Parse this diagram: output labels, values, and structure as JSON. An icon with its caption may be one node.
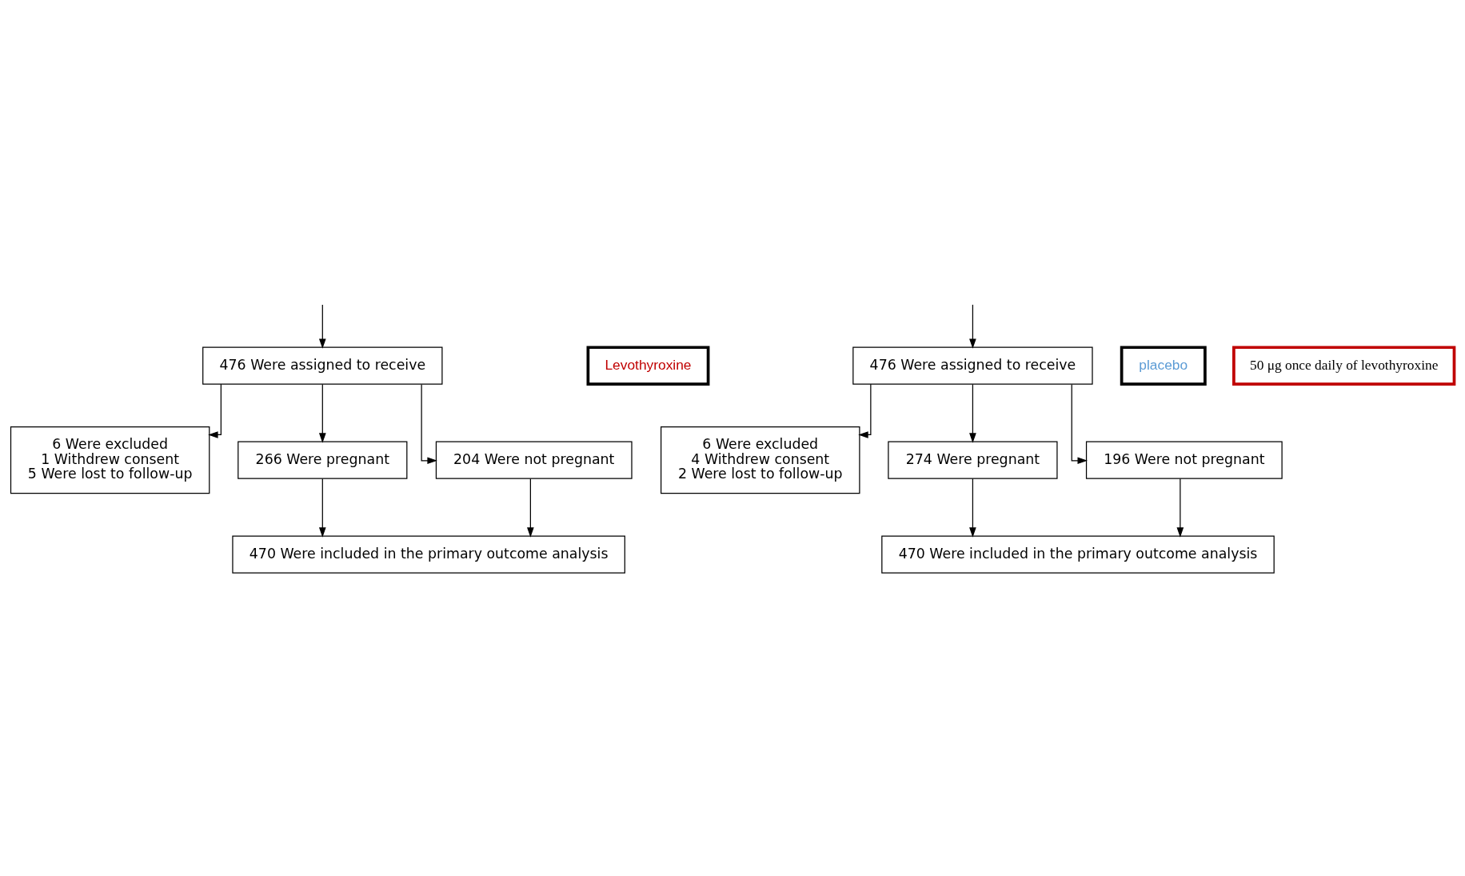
{
  "diagram": {
    "nodes": [
      {
        "text": [
          "476 Were assigned to receive"
        ]
      },
      {
        "text": [
          "Levothyroxine"
        ]
      },
      {
        "text": [
          "476 Were assigned to receive"
        ]
      },
      {
        "text": [
          "placebo"
        ]
      },
      {
        "text": [
          "6 Were excluded",
          "1 Withdrew consent",
          "5 Were lost to follow-up"
        ]
      },
      {
        "text": [
          "50 μg once daily of levothyroxine"
        ]
      },
      {
        "text": [
          "6 Were excluded",
          "4 Withdrew consent",
          "2 Were lost to follow-up"
        ]
      },
      {
        "text": [
          "266 Were pregnant"
        ]
      },
      {
        "text": [
          "204 Were not pregnant"
        ]
      },
      {
        "text": [
          "274 Were pregnant"
        ]
      },
      {
        "text": [
          "196 Were not pregnant"
        ]
      },
      {
        "text": [
          "470 Were included in the primary outcome analysis"
        ]
      },
      {
        "text": [
          "470 Were included in the primary outcome analysis"
        ]
      }
    ],
    "edges": [
      {
        "from": null,
        "to": 0,
        "arrow": "to"
      },
      {
        "from": null,
        "to": 2,
        "arrow": "to"
      },
      {
        "from": 0,
        "to": 4,
        "arrow": "to"
      },
      {
        "from": 0,
        "to": 7,
        "arrow": "to"
      },
      {
        "from": 0,
        "to": 8,
        "arrow": "to"
      },
      {
        "from": 2,
        "to": 6,
        "arrow": "to"
      },
      {
        "from": 2,
        "to": 9,
        "arrow": "to"
      },
      {
        "from": 2,
        "to": 10,
        "arrow": "to"
      },
      {
        "from": 7,
        "to": 11,
        "arrow": "to"
      },
      {
        "from": 8,
        "to": 11,
        "arrow": "to"
      },
      {
        "from": 9,
        "to": 12,
        "arrow": "to"
      },
      {
        "from": 10,
        "to": 12,
        "arrow": "to"
      }
    ]
  }
}
